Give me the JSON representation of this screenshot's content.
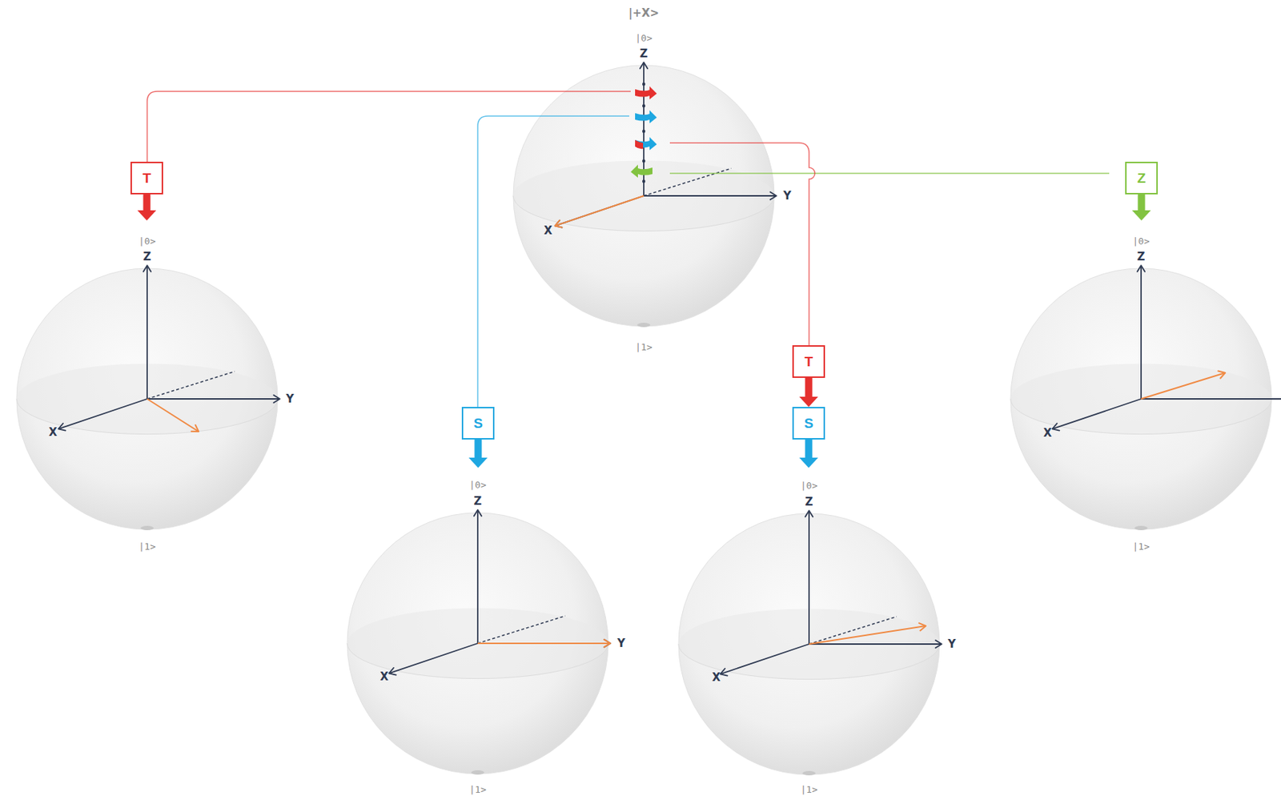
{
  "diagram": {
    "nodes": [
      {
        "text": [
          "T"
        ]
      },
      {
        "text": [
          "S"
        ]
      },
      {
        "text": [
          "T"
        ]
      },
      {
        "text": [
          "S"
        ]
      },
      {
        "text": [
          "Z"
        ]
      }
    ],
    "edges": [
      {
        "from": 2,
        "to": 3,
        "arrow": "to"
      }
    ],
    "labels": [
      "|+X>",
      "|0>",
      "Z",
      "Y",
      "X",
      "|1>",
      "|0>",
      "Z",
      "Y",
      "X",
      "|1>",
      "|0>",
      "Z",
      "Y",
      "X",
      "|1>",
      "|0>",
      "Z",
      "Y",
      "X",
      "|1>",
      "|0>",
      "Z",
      "X",
      "|1>"
    ]
  }
}
